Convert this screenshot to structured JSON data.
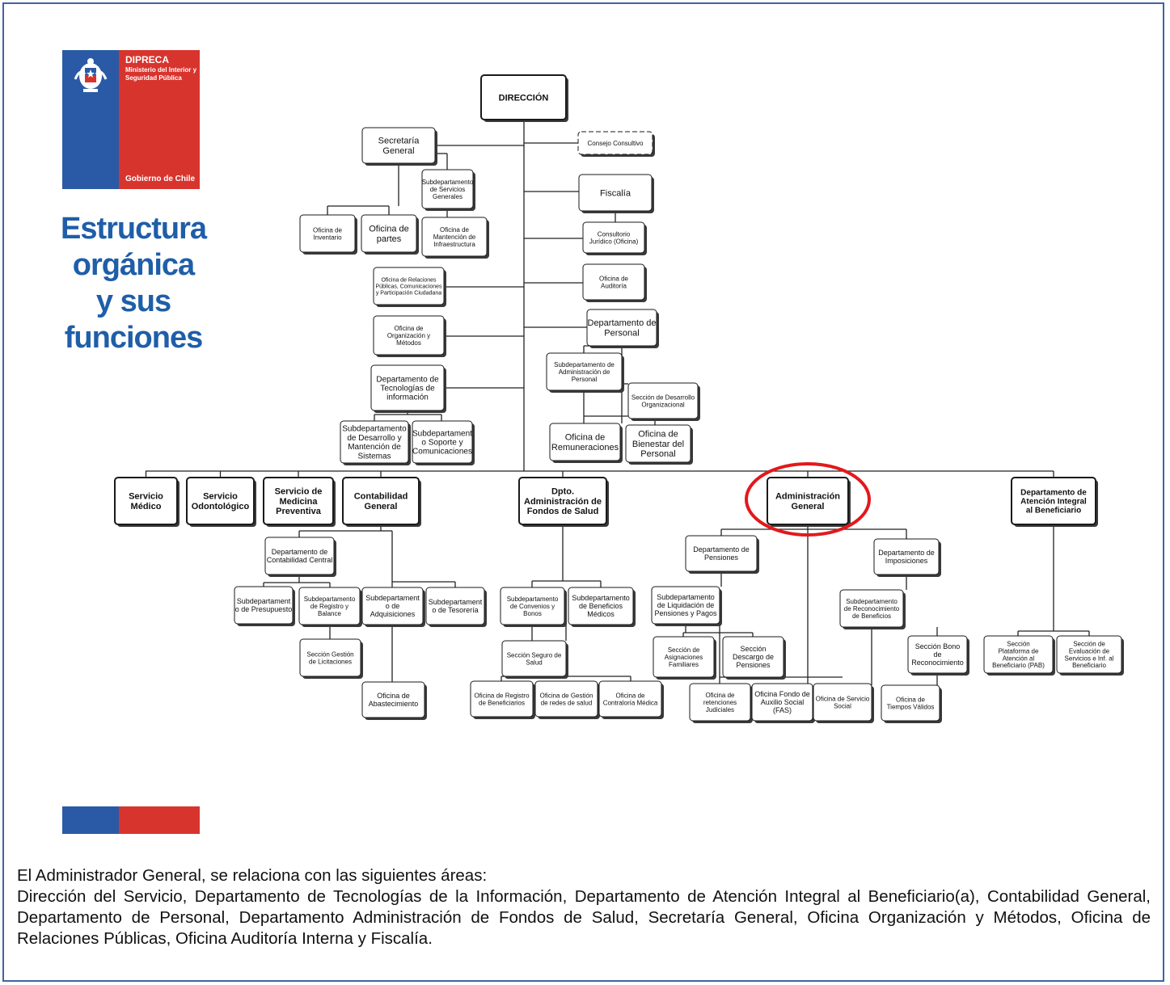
{
  "logo": {
    "title": "DIPRECA",
    "subtitle": "Ministerio del Interior y Seguridad Pública",
    "footer": "Gobierno de Chile",
    "colors": {
      "blue": "#2a5aa6",
      "red": "#d8342e"
    }
  },
  "headline": [
    "Estructura",
    "orgánica",
    "y sus",
    "funciones"
  ],
  "org_chart": {
    "root": "DIRECCIÓN",
    "units": [
      "Secretaría General",
      "Consejo Consultivo",
      "Subdepartamento de Servicios Generales",
      "Fiscalía",
      "Oficina de Inventario",
      "Oficina de partes",
      "Oficina de Mantención de Infraestructura",
      "Consultorio Jurídico (Oficina)",
      "Oficina de Relaciones Públicas, Comunicaciones y Participación Ciudadana",
      "Oficina de Auditoría",
      "Departamento de Personal",
      "Oficina de Organización y Métodos",
      "Subdepartamento de Administración de Personal",
      "Departamento de Tecnologías de información",
      "Sección de Desarrollo Organizacional",
      "Subdepartamento de Desarrollo y Mantención de Sistemas",
      "Subdepartamento Soporte y Comunicaciones",
      "Oficina de Remuneraciones",
      "Oficina de Bienestar del Personal",
      "Servicio Médico",
      "Servicio Odontológico",
      "Servicio de Medicina Preventiva",
      "Contabilidad General",
      "Dpto. Administración de Fondos de Salud",
      "Administración General",
      "Departamento de Atención Integral al Beneficiario",
      "Departamento de Pensiones",
      "Departamento de Imposiciones",
      "Departamento de Contabilidad Central",
      "Subdepartamento de Presupuesto",
      "Subdepartamento de Registro y Balance",
      "Subdepartamento de Adquisiciones",
      "Subdepartamento de Tesorería",
      "Subdepartamento de Convenios y Bonos",
      "Subdepartamento de Beneficios Médicos",
      "Subdepartamento de Liquidación de Pensiones y Pagos",
      "Subdepartamento de Reconocimiento de Beneficios",
      "Sección Gestión de Licitaciones",
      "Sección Seguro de Salud",
      "Sección de Asignaciones Familiares",
      "Sección Descargo de Pensiones",
      "Sección Bono de Reconocimiento",
      "Sección Plataforma de Atención al Beneficiario (PAB)",
      "Sección de Evaluación de Servicios e Inf. al Beneficiario",
      "Oficina de Abastecimiento",
      "Oficina de Registro de Beneficiarios",
      "Oficina de Gestión de redes de salud",
      "Oficina de Contraloría Médica",
      "Oficina de retenciones Judiciales",
      "Oficina Fondo de Auxilio Social (FAS)",
      "Oficina de Servicio Social",
      "Oficina de Tiempos Válidos"
    ],
    "highlighted_unit": "Administración General",
    "highlight_color": "#e2191c"
  },
  "caption": {
    "line1": "El Administrador General, se relaciona con las siguientes áreas:",
    "line2": "Dirección del Servicio, Departamento de Tecnologías de la Información, Departamento de Atención Integral al Beneficiario(a), Contabilidad General, Departamento de Personal, Departamento Administración de Fondos de Salud, Secretaría General, Oficina Organización y Métodos, Oficina de Relaciones Públicas, Oficina Auditoría Interna y Fiscalía."
  }
}
